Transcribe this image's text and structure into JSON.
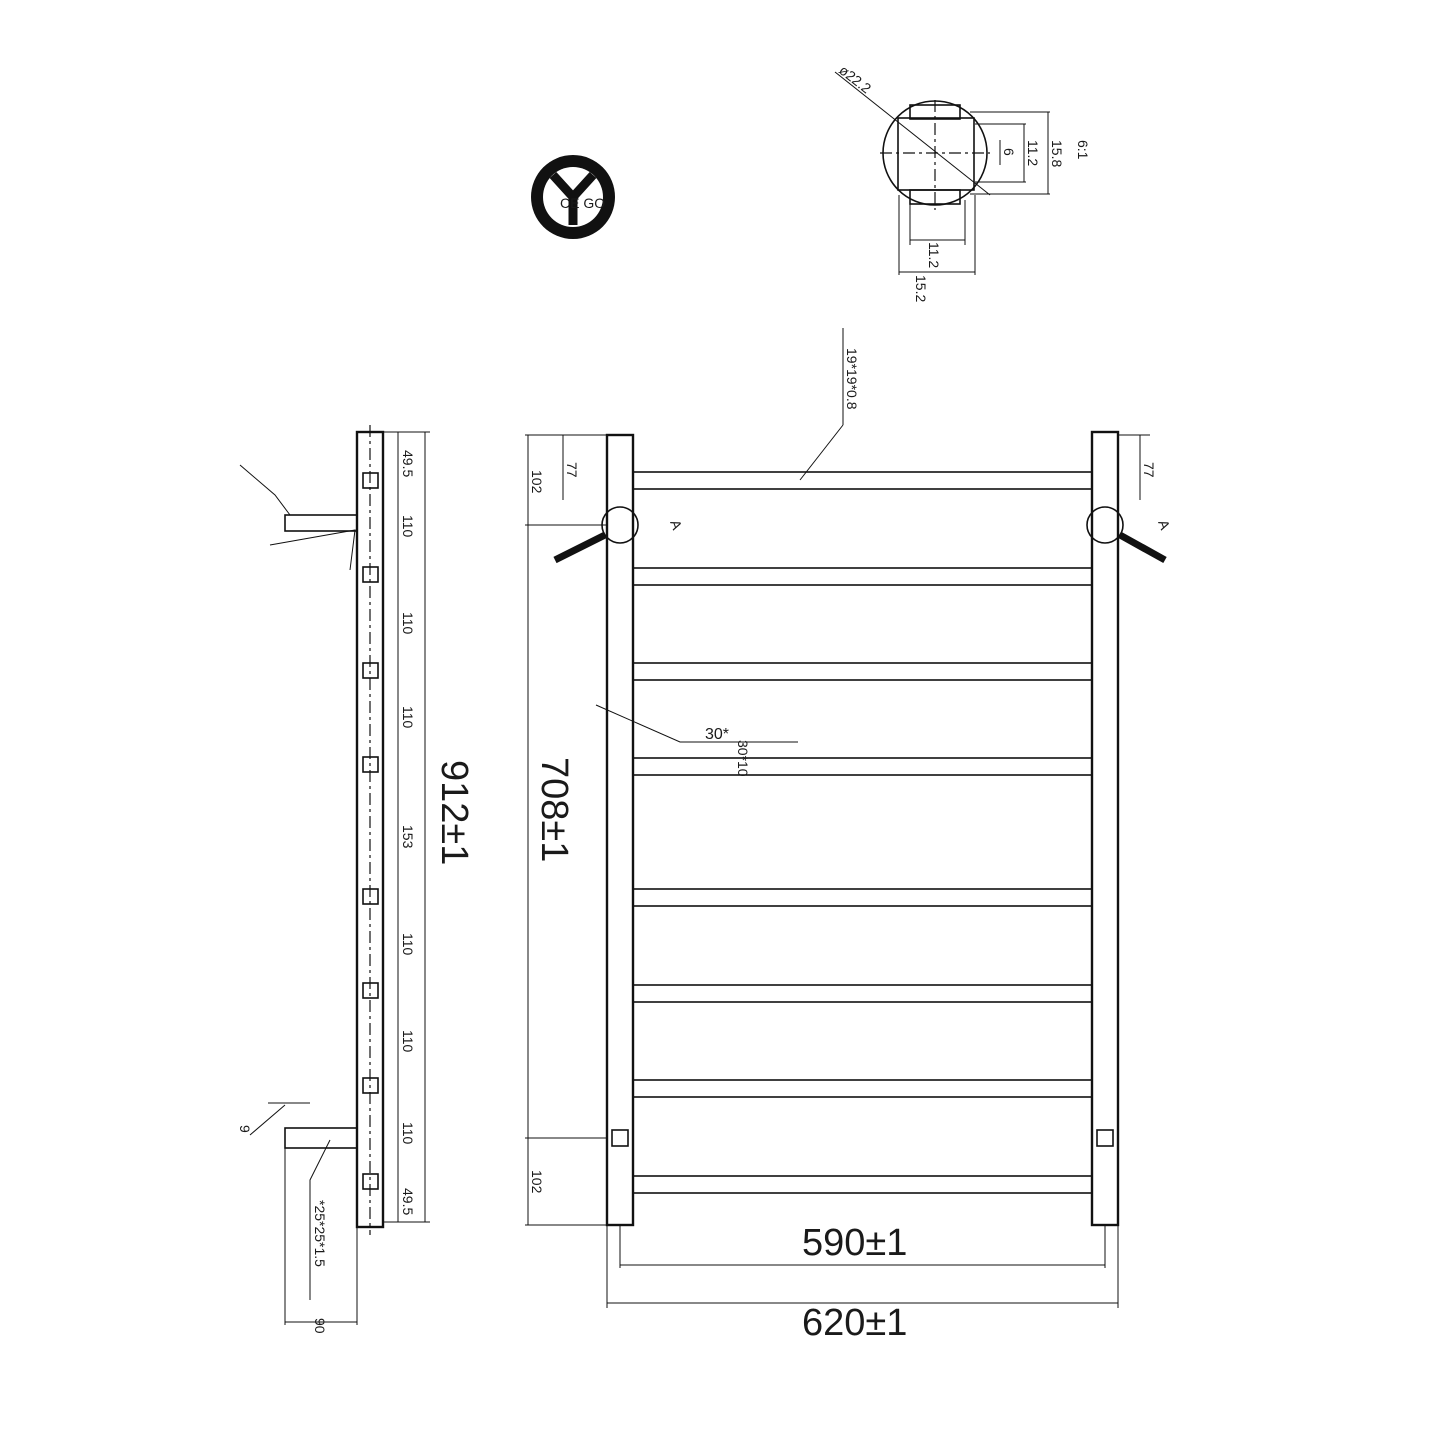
{
  "section_detail": {
    "diameter": "ø22.2",
    "inner_v": "11.2",
    "outer_v": "15.8",
    "slot": "6",
    "scale": "6:1",
    "inner_h": "11.2",
    "outer_h": "15.2"
  },
  "logo": {
    "text": "CE GO"
  },
  "front_view": {
    "rail_spec": "19*19*0.8",
    "bracket_top_offset": "77",
    "bracket_top_offset_right": "77",
    "top_height": "102",
    "bottom_height": "102",
    "detail_marker_left": "A",
    "detail_marker_right": "A",
    "upright_spec_a": "30*",
    "upright_spec_b": "30*10",
    "height_between_brackets": "708±1",
    "centers_width": "590±1",
    "overall_width": "620±1"
  },
  "side_view": {
    "spacings": [
      "49.5",
      "110",
      "110",
      "110",
      "153",
      "110",
      "110",
      "110",
      "49.5"
    ],
    "overall_height": "912±1",
    "wall_gap": "9",
    "bracket_spec": "*25*25*1.5",
    "projection": "90"
  }
}
